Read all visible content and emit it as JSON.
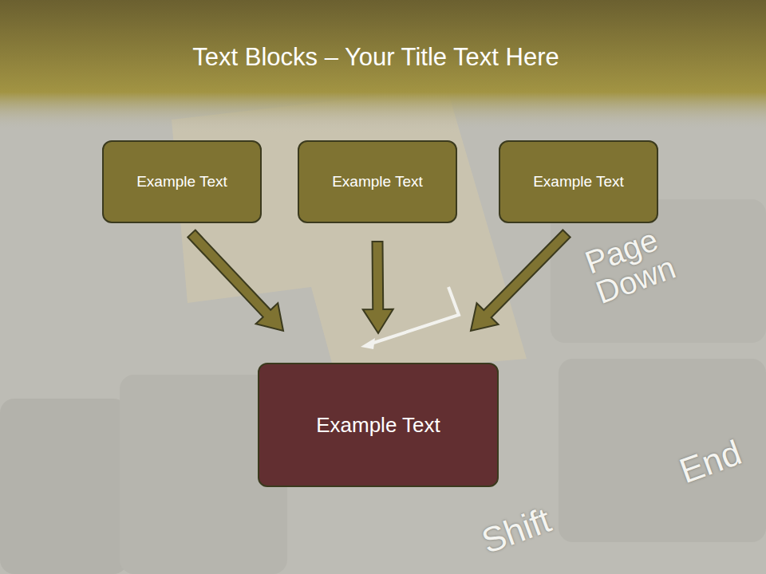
{
  "diagram": {
    "title": "Text Blocks – Your Title Text Here",
    "nodes": [
      {
        "text": [
          "Example Text"
        ]
      },
      {
        "text": [
          "Example Text"
        ]
      },
      {
        "text": [
          "Example Text"
        ]
      },
      {
        "text": [
          "Example Text"
        ]
      }
    ],
    "edges": [
      {
        "from": 0,
        "to": 3,
        "arrow": "to"
      },
      {
        "from": 1,
        "to": 3,
        "arrow": "to"
      },
      {
        "from": 2,
        "to": 3,
        "arrow": "to"
      }
    ],
    "labels": [
      "Page Down",
      "End",
      "Shift"
    ]
  }
}
